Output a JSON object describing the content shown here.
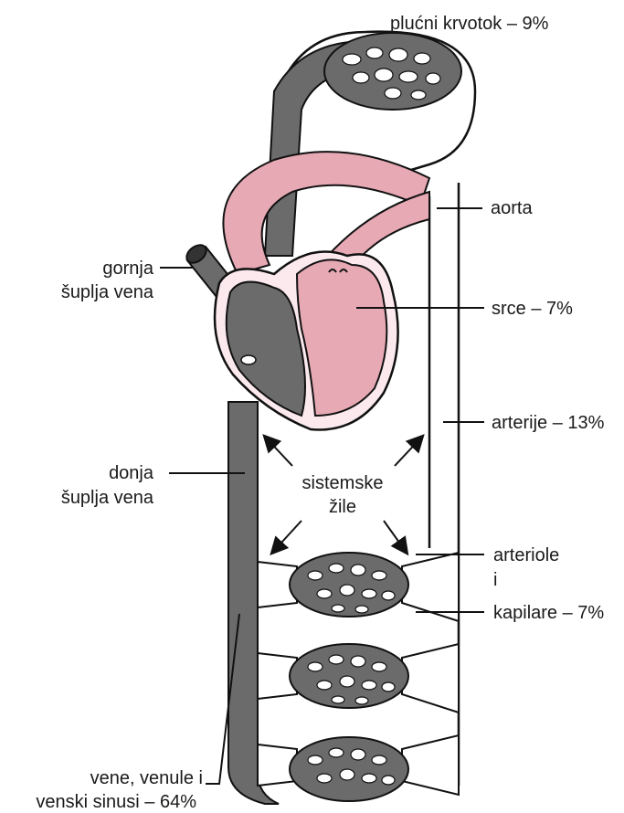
{
  "labels": {
    "pulmonary": "plućni krvotok – 9%",
    "aorta": "aorta",
    "superior_vena_cava_1": "gornja",
    "superior_vena_cava_2": "šuplja vena",
    "heart": "srce – 7%",
    "arteries": "arterije – 13%",
    "inferior_vena_cava_1": "donja",
    "inferior_vena_cava_2": "šuplja vena",
    "systemic_1": "sistemske",
    "systemic_2": "žile",
    "arterioles_1": "arteriole",
    "arterioles_2": "i",
    "capillaries": "kapilare – 7%",
    "veins_1": "vene, venule i",
    "veins_2": "venski sinusi – 64%"
  },
  "colors": {
    "venous": "#6b6b6b",
    "arterial": "#e7a9b4",
    "outline": "#111111",
    "background": "#ffffff"
  }
}
